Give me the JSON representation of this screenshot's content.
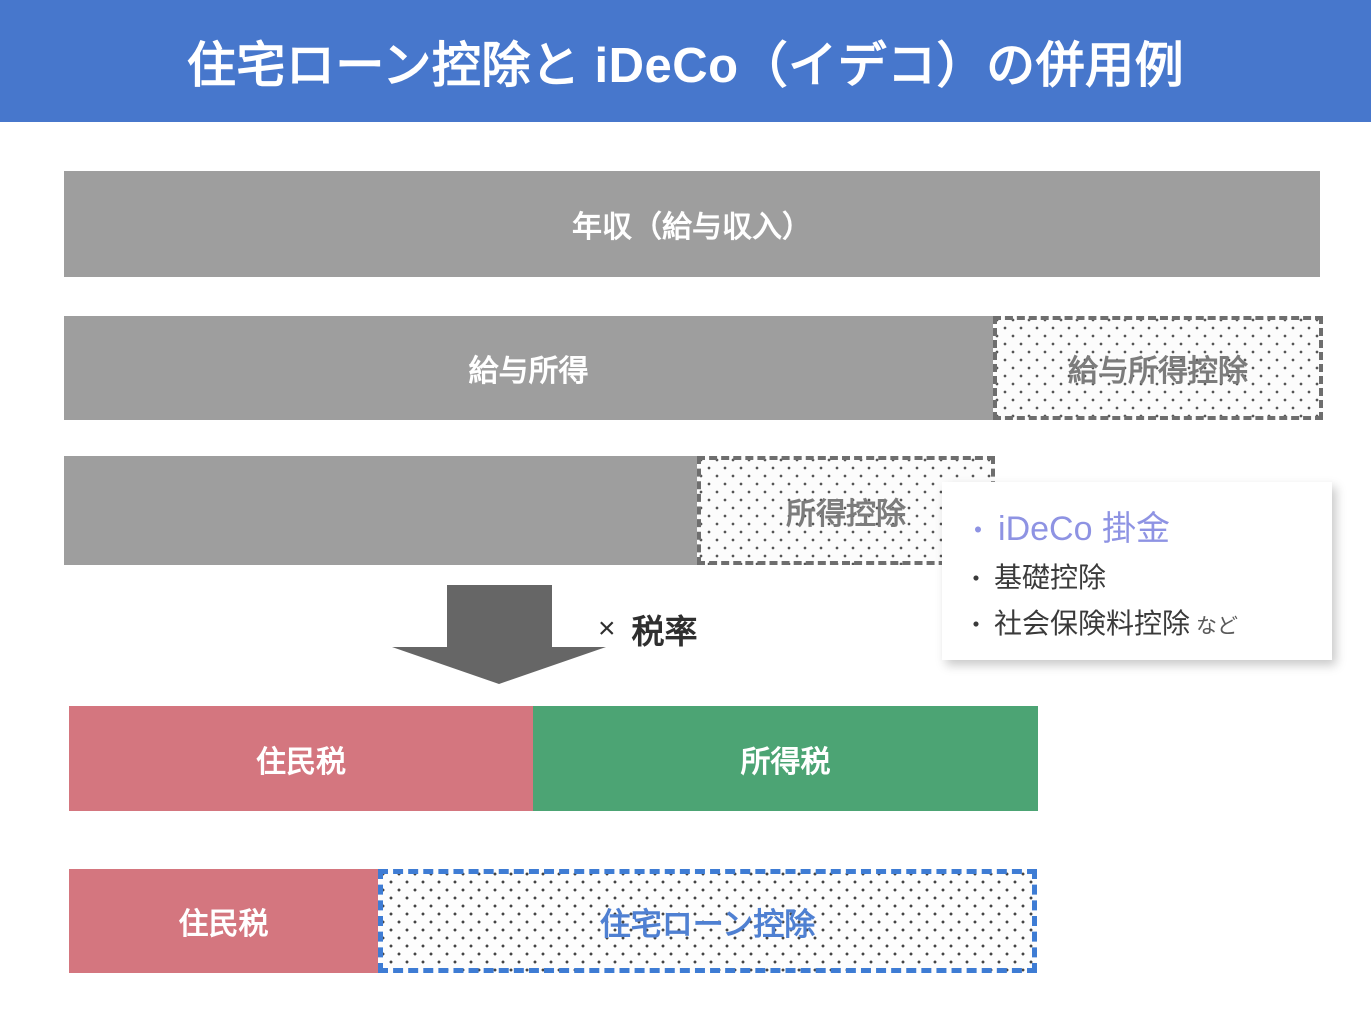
{
  "header": {
    "title": "住宅ローン控除と iDeCo（イデコ）の併用例",
    "background_color": "#4777CC",
    "text_color": "#ffffff"
  },
  "colors": {
    "gray_bar": "#9E9E9E",
    "dashed_gray": "#6E6E6E",
    "dashed_blue": "#3E7CD4",
    "resident_tax_red": "#D4767F",
    "income_tax_green": "#4CA474",
    "ideco_purple": "#8E93E3",
    "loan_label_blue": "#4F80D2",
    "arrow_gray": "#666666"
  },
  "rows": {
    "row1": {
      "name": "annual-income",
      "label": "年収（給与収入）"
    },
    "row2": {
      "income_label": "給与所得",
      "deduction_label": "給与所得控除"
    },
    "row3": {
      "taxable_label": "",
      "deduction_label": "所得控除"
    },
    "row4": {
      "resident_tax_label": "住民税",
      "income_tax_label": "所得税"
    },
    "row5": {
      "resident_tax_label": "住民税",
      "housing_loan_label": "住宅ローン控除"
    }
  },
  "arrow": {
    "multiply_sign": "×",
    "tax_rate_label": "税率"
  },
  "callout": {
    "items": [
      {
        "bullet": "・",
        "text": "iDeCo 掛金",
        "suffix": ""
      },
      {
        "bullet": "・",
        "text": "基礎控除",
        "suffix": ""
      },
      {
        "bullet": "・",
        "text": "社会保険料控除",
        "suffix": "など"
      }
    ]
  }
}
